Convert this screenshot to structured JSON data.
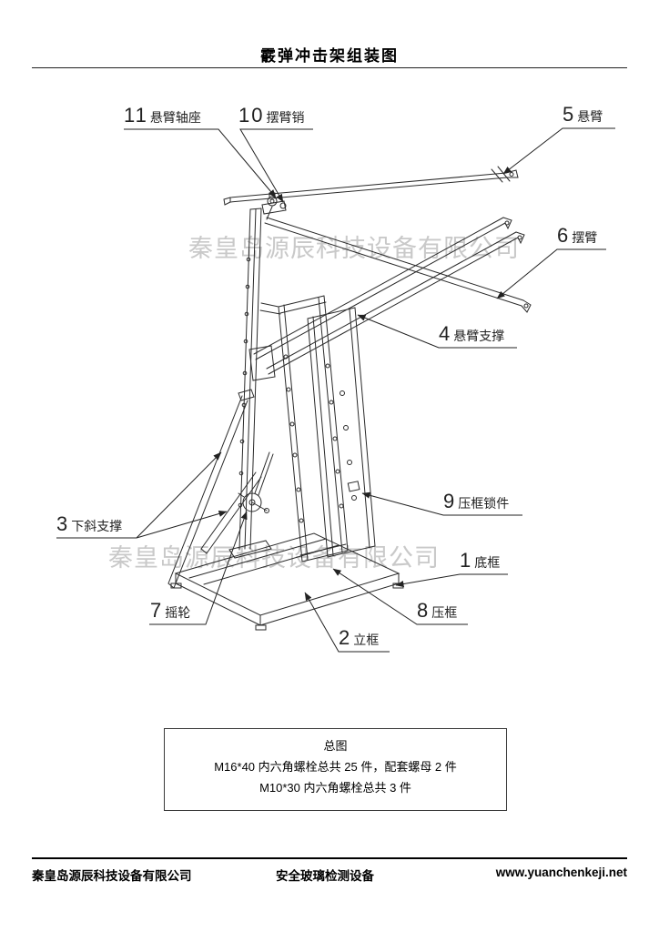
{
  "colors": {
    "ink": "#2a2a2a",
    "leader": "#222222",
    "watermark": "#c9c9c9"
  },
  "header": {
    "title": "霰弹冲击架组装图"
  },
  "watermark": {
    "text": "秦皇岛源辰科技设备有限公司"
  },
  "diagram": {
    "parts": [
      {
        "num": "11",
        "name": "悬臂轴座"
      },
      {
        "num": "10",
        "name": "摆臂销"
      },
      {
        "num": "5",
        "name": "悬臂"
      },
      {
        "num": "6",
        "name": "摆臂"
      },
      {
        "num": "4",
        "name": "悬臂支撑"
      },
      {
        "num": "9",
        "name": "压框锁件"
      },
      {
        "num": "1",
        "name": "底框"
      },
      {
        "num": "8",
        "name": "压框"
      },
      {
        "num": "2",
        "name": "立框"
      },
      {
        "num": "7",
        "name": "摇轮"
      },
      {
        "num": "3",
        "name": "下斜支撑"
      }
    ]
  },
  "notes": {
    "title": "总图",
    "line1": "M16*40 内六角螺栓总共 25 件，配套螺母 2 件",
    "line2": "M10*30 内六角螺栓总共 3 件"
  },
  "footer": {
    "company": "秦皇岛源辰科技设备有限公司",
    "product": "安全玻璃检测设备",
    "website": "www.yuanchenkeji.net"
  }
}
